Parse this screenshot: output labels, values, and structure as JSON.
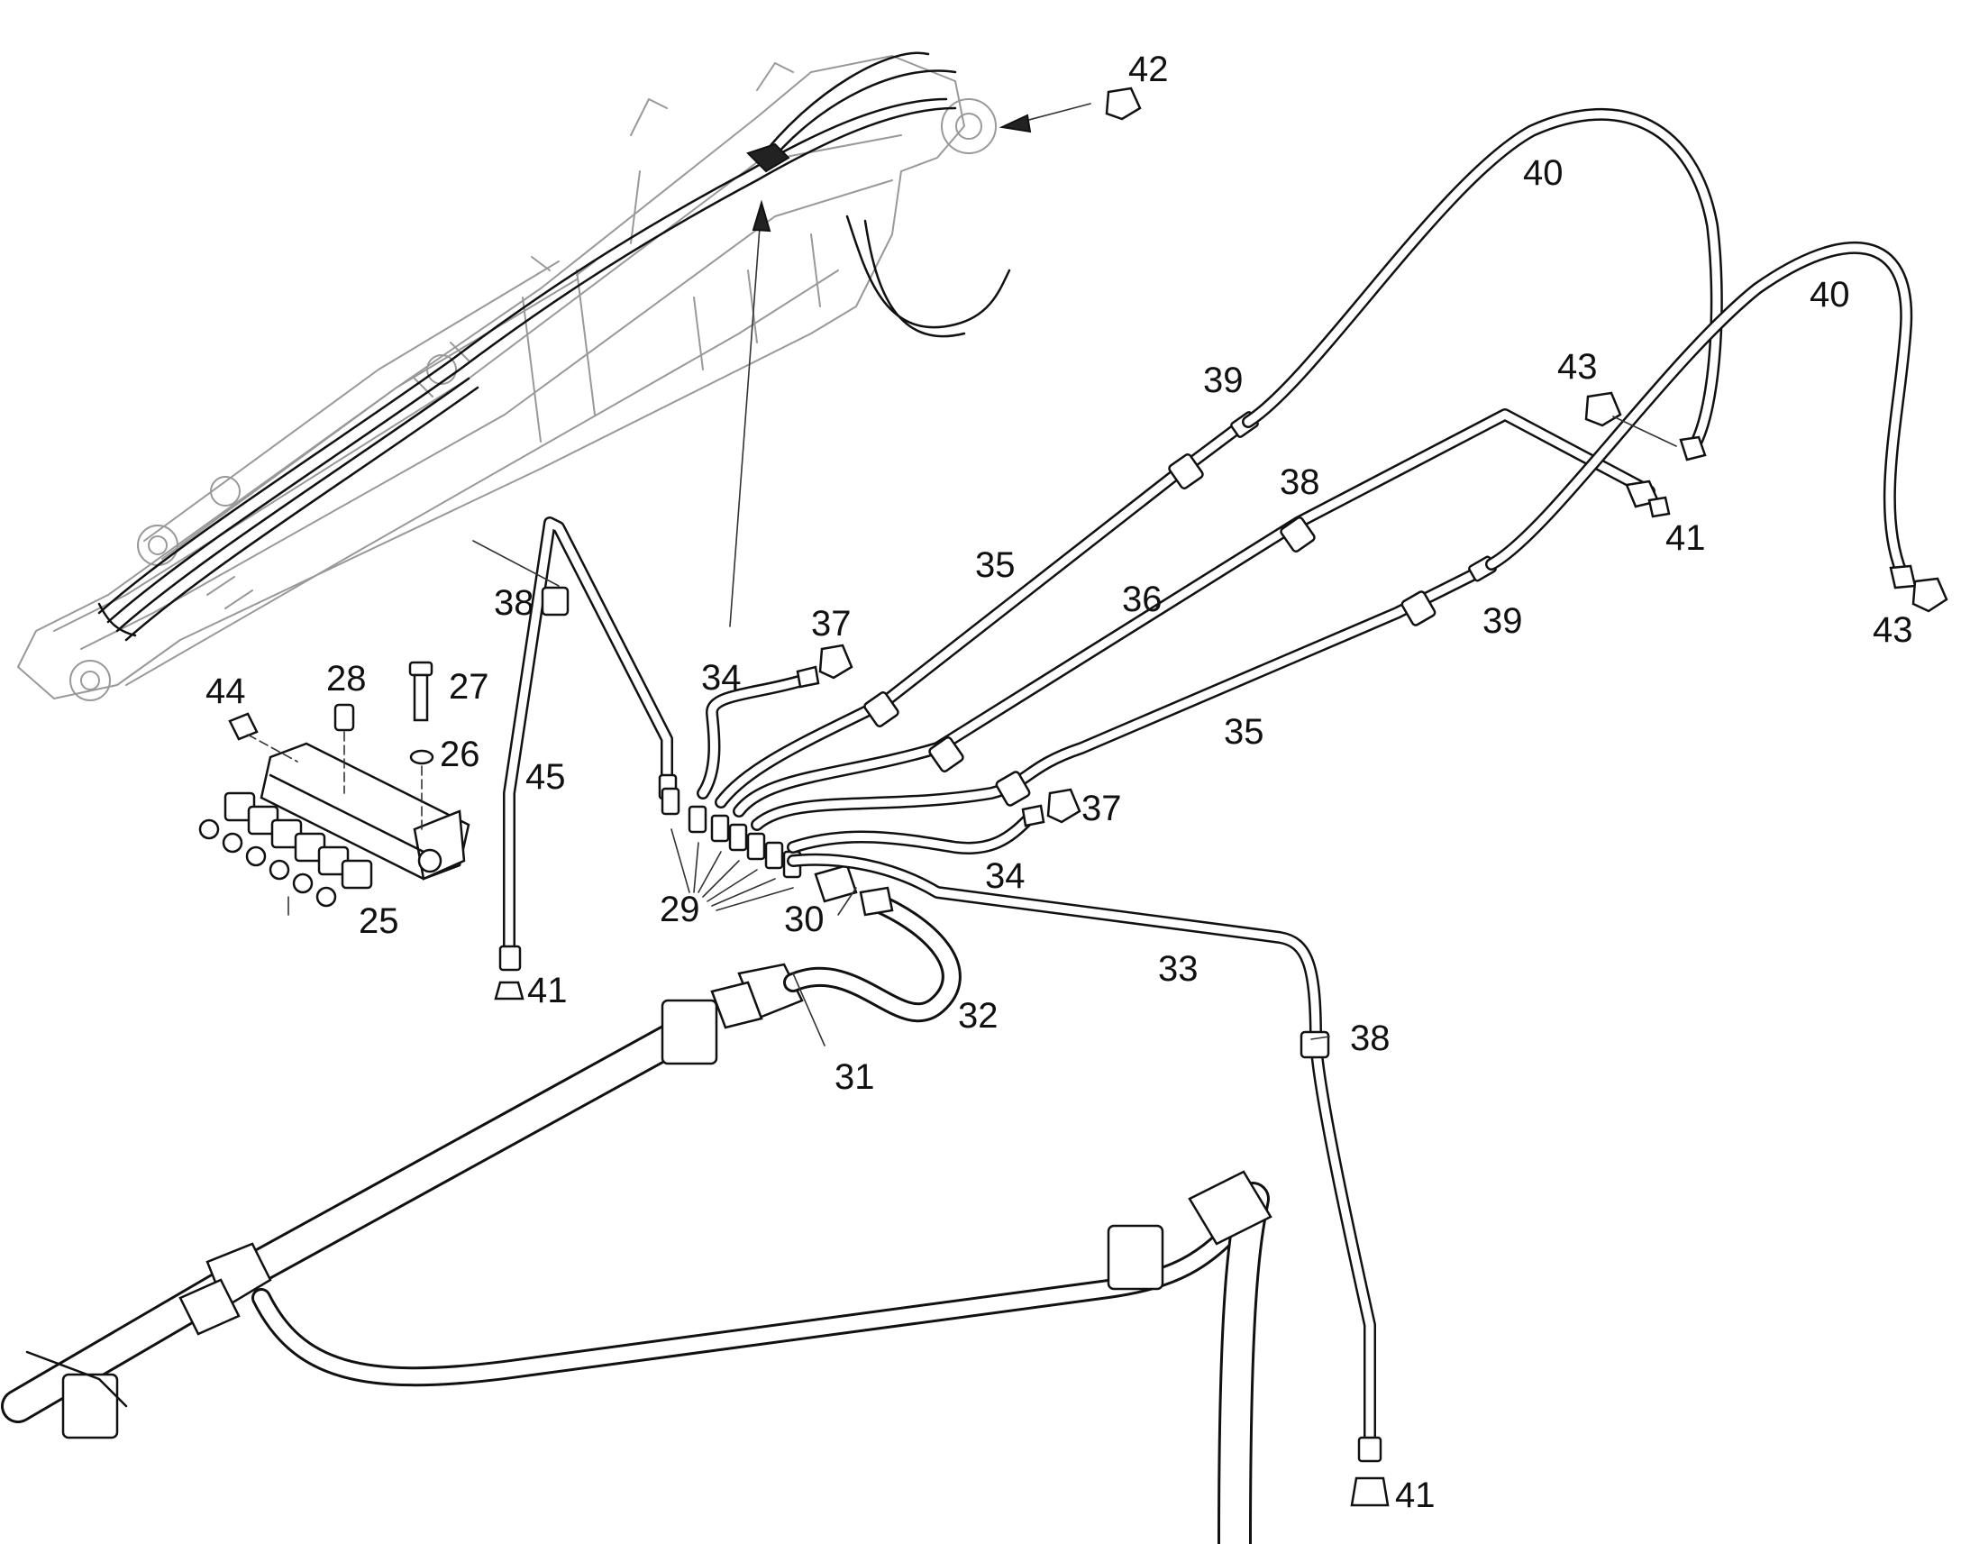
{
  "labels": {
    "p25": "25",
    "p26": "26",
    "p27": "27",
    "p28": "28",
    "p29": "29",
    "p30": "30",
    "p31": "31",
    "p32": "32",
    "p33": "33",
    "p34a": "34",
    "p34b": "34",
    "p35a": "35",
    "p35b": "35",
    "p36": "36",
    "p37a": "37",
    "p37b": "37",
    "p38a": "38",
    "p38b": "38",
    "p38c": "38",
    "p39a": "39",
    "p39b": "39",
    "p40a": "40",
    "p40b": "40",
    "p41a": "41",
    "p41b": "41",
    "p41c": "41",
    "p42": "42",
    "p43a": "43",
    "p43b": "43",
    "p44": "44",
    "p45": "45"
  },
  "colors": {
    "line": "#111111",
    "background": "#ffffff",
    "boom": "#999999"
  }
}
